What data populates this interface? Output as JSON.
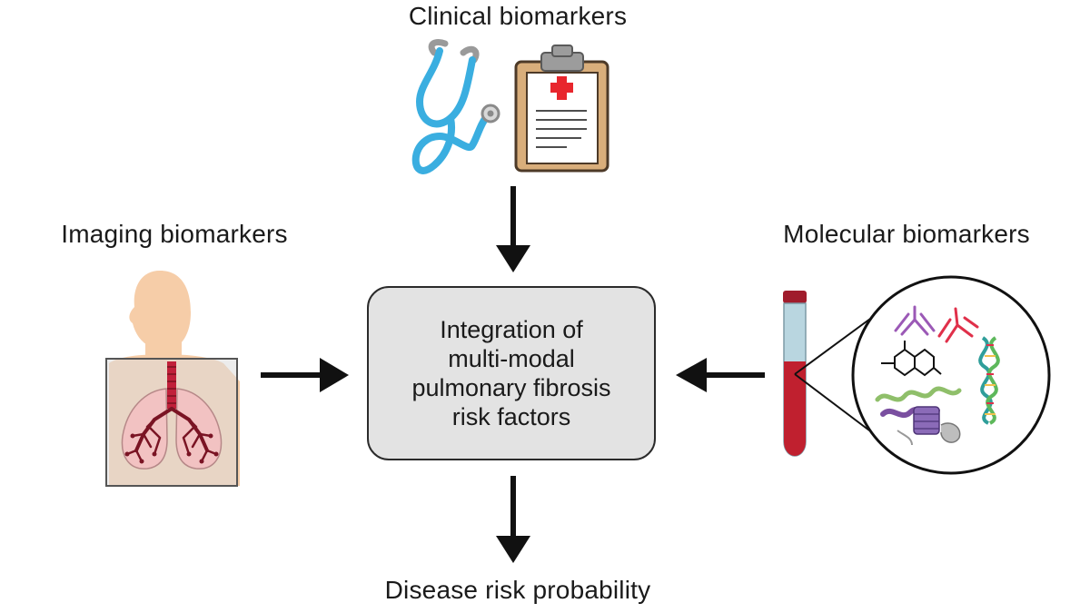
{
  "diagram": {
    "clinical_label": "Clinical biomarkers",
    "imaging_label": "Imaging biomarkers",
    "molecular_label": "Molecular biomarkers",
    "center_lines": [
      "Integration of",
      "multi-modal",
      "pulmonary fibrosis",
      "risk factors"
    ],
    "outcome_label": "Disease risk probability"
  },
  "icons": {
    "clinical": [
      "stethoscope-icon",
      "clipboard-icon"
    ],
    "imaging": [
      "human-lungs-icon"
    ],
    "molecular": [
      "blood-tube-icon",
      "molecules-magnified-icon"
    ]
  },
  "colors": {
    "arrow": "#111111",
    "box_fill": "#e3e3e3",
    "box_border": "#2b2b2b",
    "stethoscope": "#3aaee0",
    "clipboard_board": "#d9ae7b",
    "medical_cross": "#e8262d",
    "skin": "#f6cda8",
    "trachea": "#c0203a",
    "blood": "#c0202f",
    "tube_cap": "#a01c2c"
  }
}
